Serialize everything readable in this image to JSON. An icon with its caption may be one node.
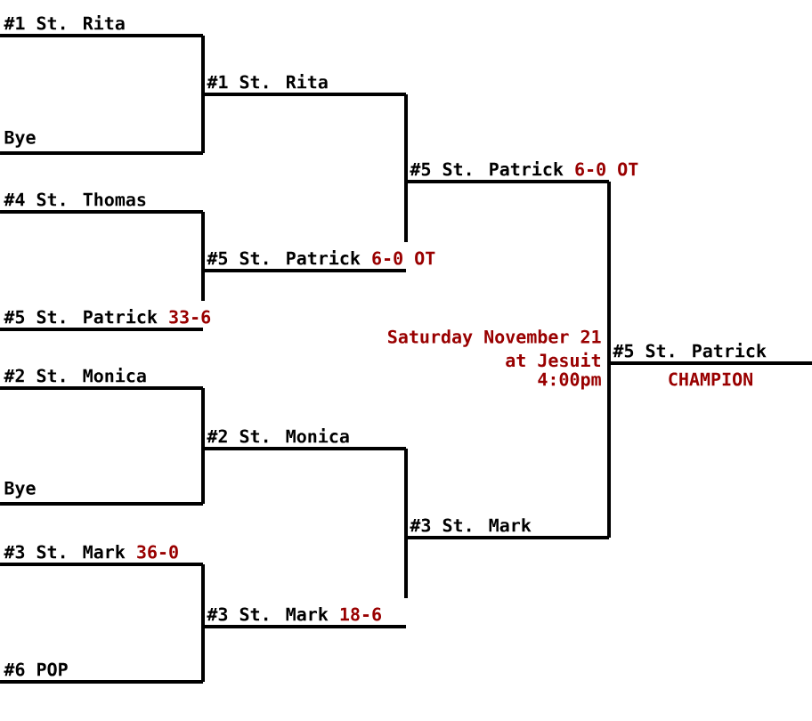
{
  "diagram": {
    "nodes": [
      {
        "text": [
          "#1 St. Rita"
        ]
      },
      {
        "text": [
          "Bye"
        ]
      },
      {
        "text": [
          "#4 St. Thomas"
        ]
      },
      {
        "text": [
          "#5 St. Patrick",
          "33-6"
        ]
      },
      {
        "text": [
          "#2 St. Monica"
        ]
      },
      {
        "text": [
          "Bye"
        ]
      },
      {
        "text": [
          "#3 St. Mark",
          "36-0"
        ]
      },
      {
        "text": [
          "#6 POP"
        ]
      },
      {
        "text": [
          "#1 St. Rita"
        ]
      },
      {
        "text": [
          "#5 St. Patrick",
          "6-0 OT"
        ]
      },
      {
        "text": [
          "#2 St. Monica"
        ]
      },
      {
        "text": [
          "#3 St. Mark",
          "18-6"
        ]
      },
      {
        "text": [
          "#5 St. Patrick",
          "6-0 OT"
        ]
      },
      {
        "text": [
          "#3 St. Mark"
        ]
      },
      {
        "text": [
          "#5 St. Patrick"
        ],
        "beside": [
          "CHAMPION"
        ]
      }
    ],
    "edges": [
      {
        "from": 0,
        "to": 8,
        "arrow": "none"
      },
      {
        "from": 1,
        "to": 8,
        "arrow": "none"
      },
      {
        "from": 2,
        "to": 9,
        "arrow": "none"
      },
      {
        "from": 3,
        "to": 9,
        "arrow": "none"
      },
      {
        "from": 4,
        "to": 10,
        "arrow": "none"
      },
      {
        "from": 5,
        "to": 10,
        "arrow": "none"
      },
      {
        "from": 6,
        "to": 11,
        "arrow": "none"
      },
      {
        "from": 7,
        "to": 11,
        "arrow": "none"
      },
      {
        "from": 8,
        "to": 12,
        "arrow": "none"
      },
      {
        "from": 9,
        "to": 12,
        "arrow": "none"
      },
      {
        "from": 10,
        "to": 13,
        "arrow": "none"
      },
      {
        "from": 11,
        "to": 13,
        "arrow": "none"
      },
      {
        "from": 12,
        "to": 14,
        "arrow": "none"
      },
      {
        "from": 13,
        "to": 14,
        "arrow": "none"
      }
    ],
    "labels": [
      "Saturday November 21",
      "at Jesuit",
      "4:00pm"
    ]
  }
}
